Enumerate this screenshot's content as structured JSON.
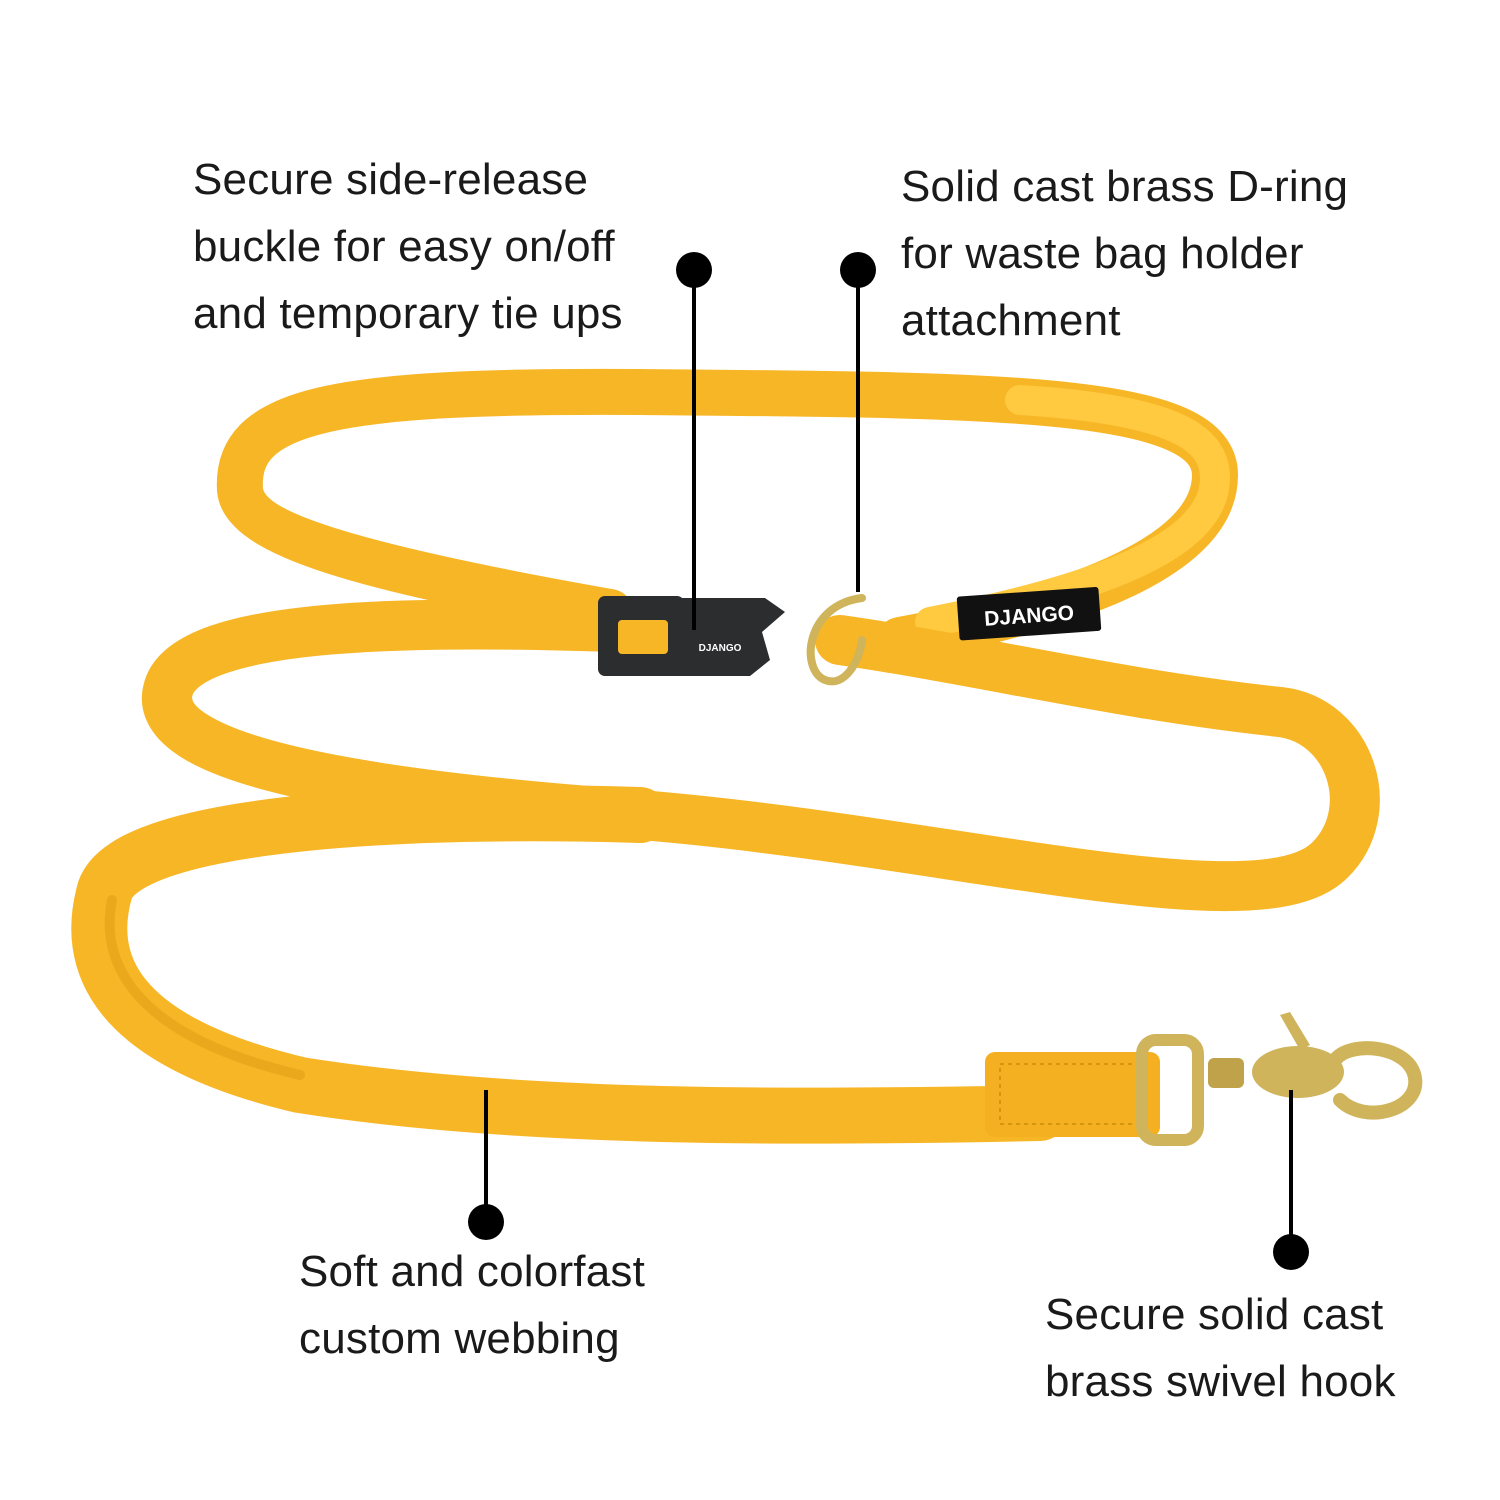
{
  "colors": {
    "webbing": "#f7b626",
    "webbing_shadow": "#dd9a12",
    "webbing_light": "#ffc940",
    "brass": "#cfb45c",
    "buckle": "#2b2d2f",
    "leader_line": "#000000",
    "label_text": "#1a1a1a"
  },
  "brand": {
    "tag_label": "DJANGO",
    "buckle_label": "DJANGO"
  },
  "callouts": [
    {
      "name": "buckle",
      "lines": [
        "Secure side-release",
        "buckle for easy on/off",
        "and temporary tie ups"
      ]
    },
    {
      "name": "d-ring",
      "lines": [
        "Solid cast brass D-ring",
        "for waste bag holder",
        "attachment"
      ]
    },
    {
      "name": "webbing",
      "lines": [
        "Soft and colorfast",
        "custom webbing"
      ]
    },
    {
      "name": "swivel-hook",
      "lines": [
        "Secure solid cast",
        "brass swivel hook"
      ]
    }
  ]
}
